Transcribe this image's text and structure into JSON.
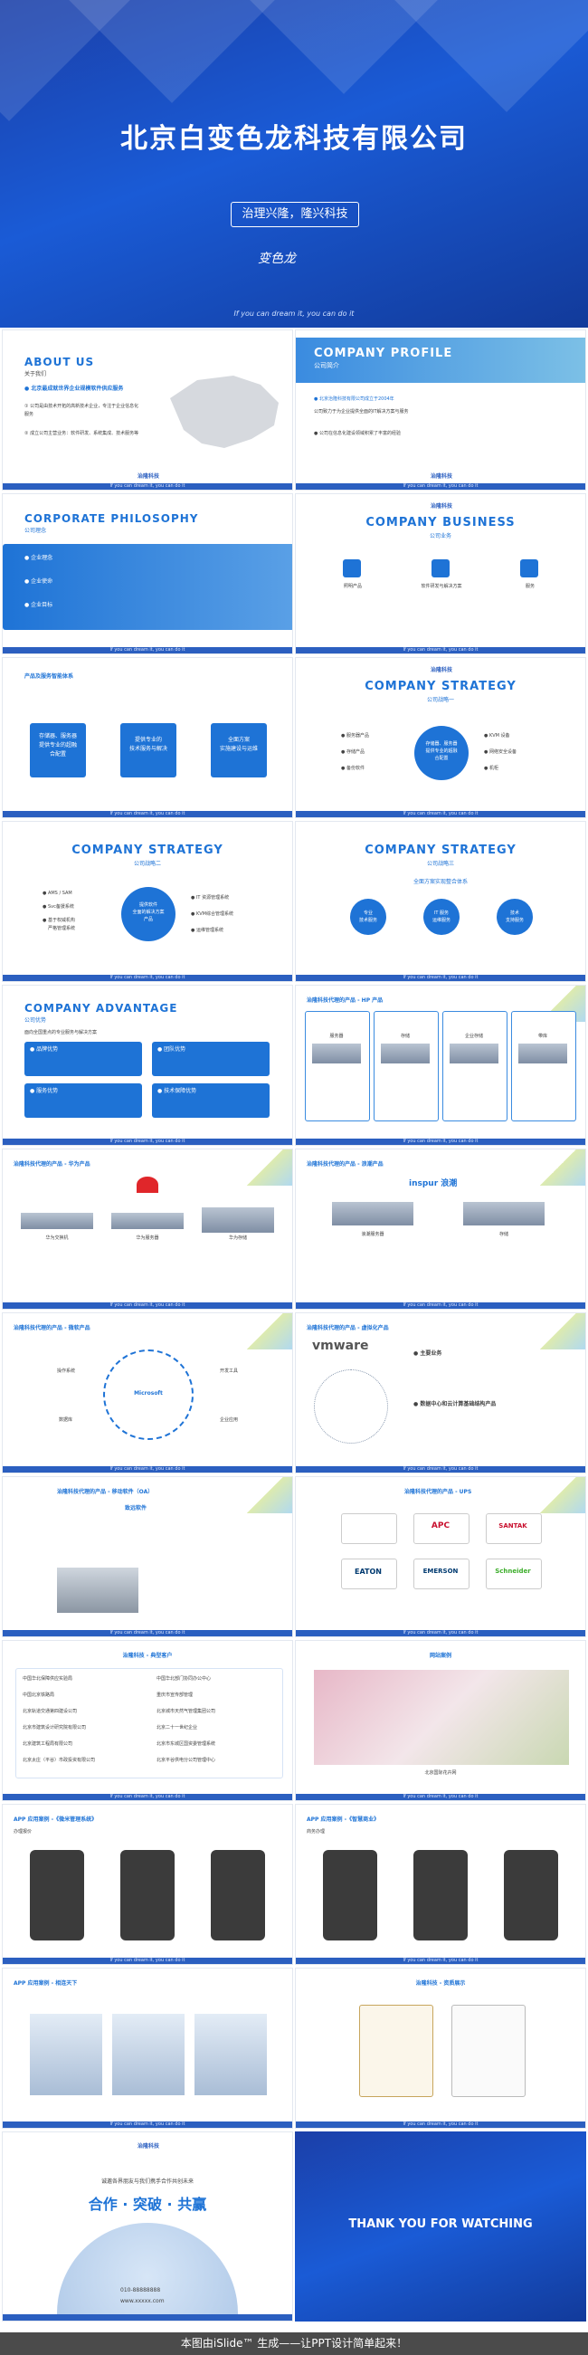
{
  "cover": {
    "title": "北京白变色龙科技有限公司",
    "slogan": "治理兴隆，隆兴科技",
    "logo_text": "变色龙",
    "tagline": "If you can dream it, you can do it"
  },
  "footer_text": "If you can dream it, you can do it",
  "brand_logo": "治隆科技",
  "slides": {
    "about": {
      "heading_en": "ABOUT US",
      "heading_cn": "关于我们",
      "line1": "● 北京最成就世界企业规模软件供应服务",
      "line2": "① 公司是由技术开拓的高新技术企业，专注于企业信息化服务",
      "line3": "② 成立公司主营业务：软件研发、系统集成、技术服务等"
    },
    "profile": {
      "heading_en": "COMPANY PROFILE",
      "heading_cn": "公司简介",
      "line1": "● 北京治隆科技有限公司成立于2004年",
      "line2": "公司致力于为企业提供全面的IT解决方案与服务",
      "line3": "● 公司在信息化建设领域积累了丰富的经验"
    },
    "philosophy": {
      "heading_en": "CORPORATE PHILOSOPHY",
      "heading_cn": "公司理念",
      "item1": "● 企业理念",
      "item2": "● 企业使命",
      "item3": "● 企业目标"
    },
    "business": {
      "heading_en": "COMPANY BUSINESS",
      "heading_cn": "公司业务",
      "b1": "照明产品",
      "b2": "软件研发与解决方案",
      "b3": "服务"
    },
    "service": {
      "heading": "产品及服务智能体系",
      "c1": "存储器、服务器\n提供专业的超融\n合配置",
      "c2": "提供专业的\n技术服务与解决",
      "c3": "全面方案\n实施建设与运维"
    },
    "strategy1": {
      "heading_en": "COMPANY STRATEGY",
      "heading_cn": "公司战略一",
      "left": [
        "● 服务器产品",
        "● 存储产品",
        "● 备份软件"
      ],
      "right": [
        "● KVM 设备",
        "● 网络安全设备",
        "● 机柜"
      ],
      "center": "存储器、服务器\n提供专业的超融\n合配置"
    },
    "strategy2": {
      "heading_en": "COMPANY STRATEGY",
      "heading_cn": "公司战略二",
      "left": [
        "● AMS / SAM",
        "● Svc备援系统",
        "● 基于权威机构",
        "严格管理系统"
      ],
      "right": [
        "● IT 资源管理系统",
        "● KVM综合管理系统",
        "● 运维管理系统"
      ],
      "center": "提供软件\n全面的解决方案\n产品"
    },
    "strategy3": {
      "heading_en": "COMPANY STRATEGY",
      "heading_cn": "公司战略三",
      "sub": "全面方案实现整合体系",
      "c1": "专业\n技术服务",
      "c2": "IT 服务\n运维服务",
      "c3": "技术\n支持服务"
    },
    "advantage": {
      "heading_en": "COMPANY ADVANTAGE",
      "heading_cn": "公司优势",
      "sub": "面向全国重点的专业服务与解决方案",
      "a1": "● 品牌优势",
      "a2": "● 团队优势",
      "a3": "● 服务优势",
      "a4": "● 技术保障优势"
    },
    "hp": {
      "heading": "治隆科技代理的产品 - HP 产品",
      "p1": "服务器",
      "p2": "存储",
      "p3": "企业存储",
      "p4": "带库"
    },
    "huawei": {
      "heading": "治隆科技代理的产品 - 华为产品",
      "p1": "华为交换机",
      "p2": "华为服务器",
      "p3": "华为存储"
    },
    "inspur": {
      "heading": "治隆科技代理的产品 - 浪潮产品",
      "brand": "inspur 浪潮",
      "p1": "浪潮服务器",
      "p2": "存储"
    },
    "microsoft": {
      "heading": "治隆科技代理的产品 - 微软产品",
      "center": "Microsoft",
      "l1": "操作系统",
      "l2": "数据库",
      "r1": "开发工具",
      "r2": "企业应用"
    },
    "vmware": {
      "heading": "治隆科技代理的产品 - 虚拟化产品",
      "brand": "vmware",
      "t1": "● 主要业务",
      "t2": "● 数据中心和云计算基础结构产品"
    },
    "oa": {
      "heading": "治隆科技代理的产品 - 移动软件（OA）",
      "brand": "致远软件"
    },
    "ups": {
      "heading": "治隆科技代理的产品 - UPS",
      "b1": "APC",
      "b2": "SANTAK",
      "b3": "EATON",
      "b4": "EMERSON",
      "b5": "Schneider"
    },
    "clients": {
      "heading": "治隆科技 - 典型客户",
      "rows": [
        [
          "中国华北保障供应实验局",
          "中国华北部门协同办公中心"
        ],
        [
          "中国北京铁路局",
          "重庆市宣传部管理"
        ],
        [
          "北京轨道交通第四建设公司",
          "北京城市天然气管理集团公司"
        ],
        [
          "北京市建筑设计研究院有限公司",
          "北京二十一世纪企业"
        ],
        [
          "北京建筑工程局有限公司",
          "北京市东城区国资委管理系统"
        ],
        [
          "北京太庄（平谷）市政投资有限公司",
          "北京平谷供电分公司管理中心"
        ]
      ]
    },
    "website": {
      "heading": "网站案例",
      "caption": "北京国际花卉网"
    },
    "app1": {
      "heading": "APP 应用案例 -《微米管理系统》",
      "sub": "办理报价"
    },
    "app2": {
      "heading": "APP 应用案例 -《智慧商业》",
      "sub": "商务办理"
    },
    "app3": {
      "heading": "APP 应用案例 - 相连天下"
    },
    "qualification": {
      "heading": "治隆科技 - 资质展示"
    },
    "contact": {
      "line1": "诚邀各界朋友与我们携手合作共创未来",
      "slogan": "合作 · 突破 · 共赢",
      "phone": "010-88888888",
      "web": "www.xxxxx.com"
    },
    "thanks": {
      "text": "THANK YOU FOR WATCHING"
    }
  },
  "bottom_bar": "本图由iSlide™ 生成——让PPT设计简单起来！",
  "colors": {
    "primary": "#1e73d6",
    "dark": "#1b3fa8",
    "footer": "#2b5fc0"
  }
}
